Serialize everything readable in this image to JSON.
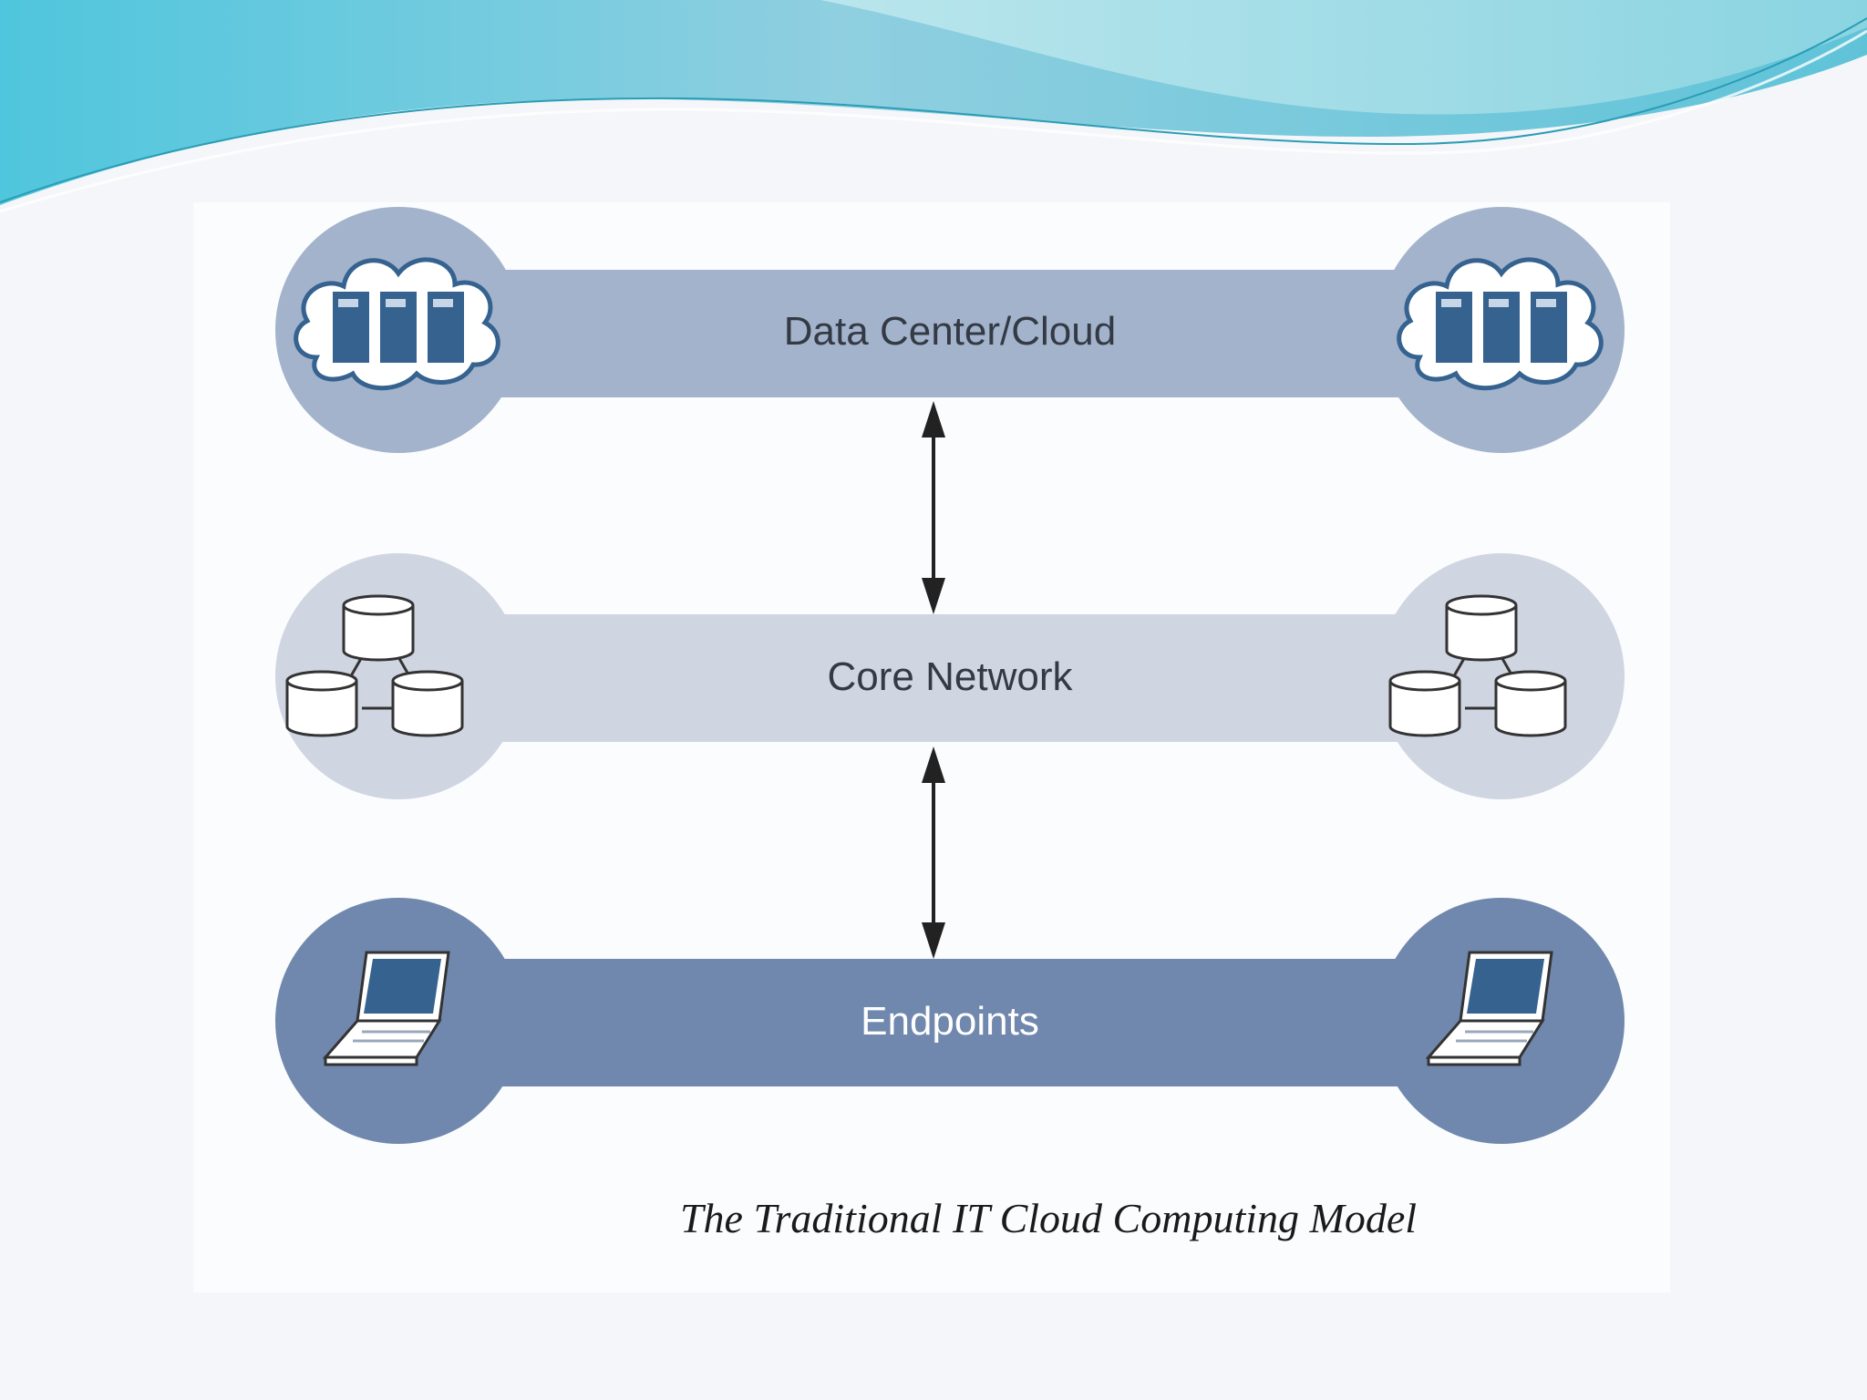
{
  "layers": [
    {
      "label": "Data Center/Cloud",
      "icon": "server-cloud-icon",
      "color": "#a3b3cc",
      "label_color": "#333a44"
    },
    {
      "label": "Core Network",
      "icon": "database-network-icon",
      "color": "#d0d5e2",
      "label_color": "#333a44"
    },
    {
      "label": "Endpoints",
      "icon": "laptop-icon",
      "color": "#7088ad",
      "label_color": "#ffffff"
    }
  ],
  "caption": "The Traditional IT Cloud Computing Model",
  "colors": {
    "icon_fill": "#35628f",
    "arrow": "#222222",
    "header_teal": "#5ec8dc"
  }
}
